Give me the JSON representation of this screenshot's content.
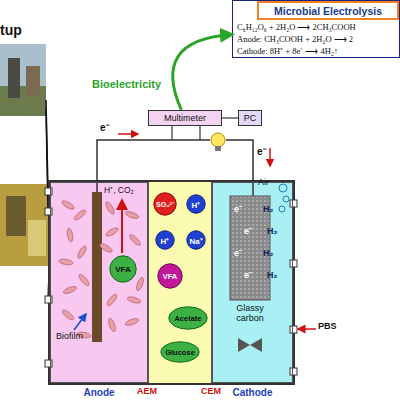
{
  "diagram": {
    "nodes": [
      {
        "text": [
          "C₆H₁₂O₆ + 2H₂O ⟶ 2CH₃COOH",
          "Anode: CH₃COOH + 2H₂O ⟶ 2",
          "Cathode: 8H⁺ + 8e⁻ ⟶ 4H₂↑"
        ]
      },
      {
        "text": [
          "Microbial Electrolysis"
        ],
        "in": 0
      },
      {
        "text": [
          "Multimeter"
        ]
      },
      {
        "text": [
          "PC"
        ]
      },
      {
        "text": [
          "Anode"
        ]
      },
      {
        "text": [
          "VFA"
        ],
        "in": 4
      },
      {
        "text": [
          "SO₄²⁻"
        ]
      },
      {
        "text": [
          "H⁺"
        ]
      },
      {
        "text": [
          "H⁺"
        ]
      },
      {
        "text": [
          "Na⁺"
        ]
      },
      {
        "text": [
          "VFA"
        ]
      },
      {
        "text": [
          "Acetate"
        ]
      },
      {
        "text": [
          "Glucose"
        ]
      },
      {
        "text": [
          "Cathode"
        ]
      }
    ],
    "edges": [
      {
        "from": 2,
        "to": 3,
        "arrow": "none"
      },
      {
        "from": 2,
        "to": 0,
        "label": "Bioelectricity",
        "arrow": "to"
      }
    ],
    "labels": [
      "tup",
      "e⁻",
      "e⁻",
      "H⁺, CO₂",
      "Biofilm",
      "AEM",
      "CEM",
      "Glassy carbon",
      "H₂",
      "H₂",
      "H₂",
      "H₂",
      "e⁻",
      "e⁻",
      "e⁻",
      "e⁻",
      "Air",
      "PBS"
    ]
  }
}
